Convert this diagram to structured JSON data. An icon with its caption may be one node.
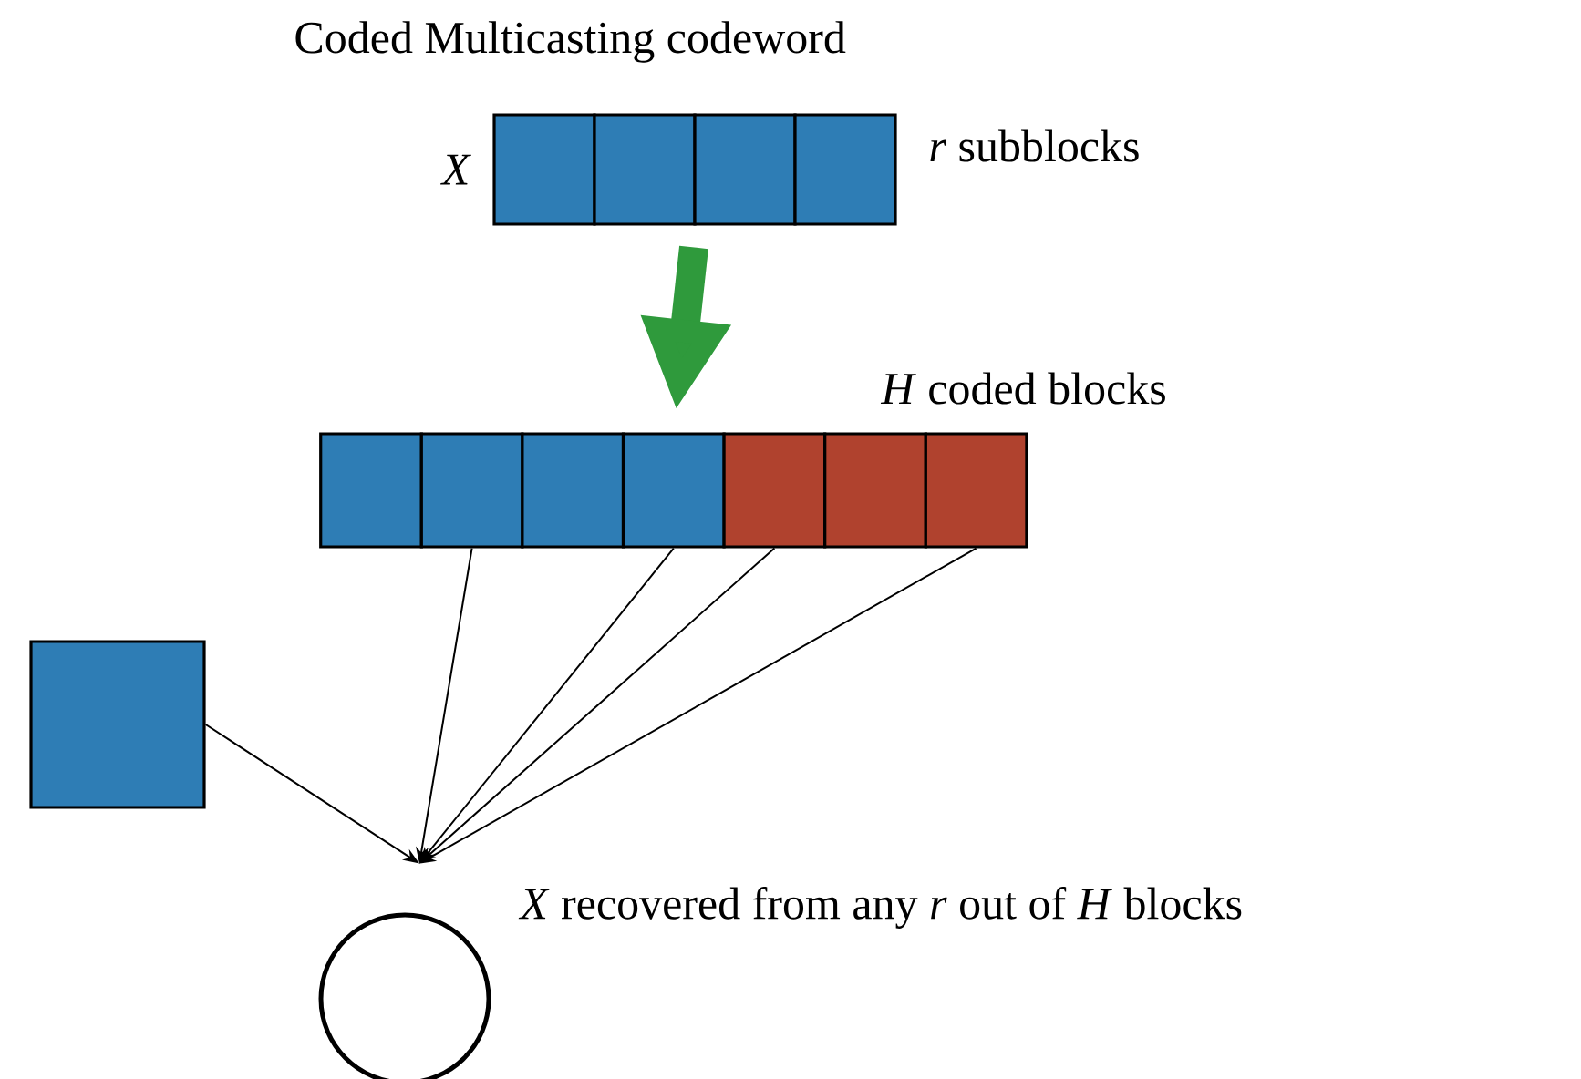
{
  "diagram": {
    "nodes": [
      {
        "text": [],
        "shape": "box"
      },
      {
        "text": [],
        "shape": "box"
      },
      {
        "text": [],
        "shape": "box"
      },
      {
        "text": [],
        "shape": "box"
      },
      {
        "text": [],
        "shape": "box"
      },
      {
        "text": [],
        "shape": "box"
      },
      {
        "text": [],
        "shape": "box"
      },
      {
        "text": [],
        "shape": "box"
      },
      {
        "text": [],
        "shape": "box"
      },
      {
        "text": [],
        "shape": "box"
      },
      {
        "text": [],
        "shape": "box"
      },
      {
        "text": [],
        "shape": "box"
      },
      {
        "text": [],
        "shape": "circle"
      }
    ],
    "edges": [
      {
        "from": 1,
        "to": 7,
        "arrow": "to",
        "style": "thick",
        "color": "#2f9a3c"
      },
      {
        "from": 5,
        "to": 12,
        "arrow": "to"
      },
      {
        "from": 7,
        "to": 12,
        "arrow": "to"
      },
      {
        "from": 8,
        "to": 12,
        "arrow": "to"
      },
      {
        "from": 10,
        "to": 12,
        "arrow": "to"
      },
      {
        "from": 11,
        "to": 12,
        "arrow": "to"
      }
    ],
    "labels": [
      "Coded Multicasting codeword",
      "X",
      "*r* subblocks",
      "*H* coded blocks",
      "*X* recovered from any *r* out of *H* blocks"
    ]
  }
}
